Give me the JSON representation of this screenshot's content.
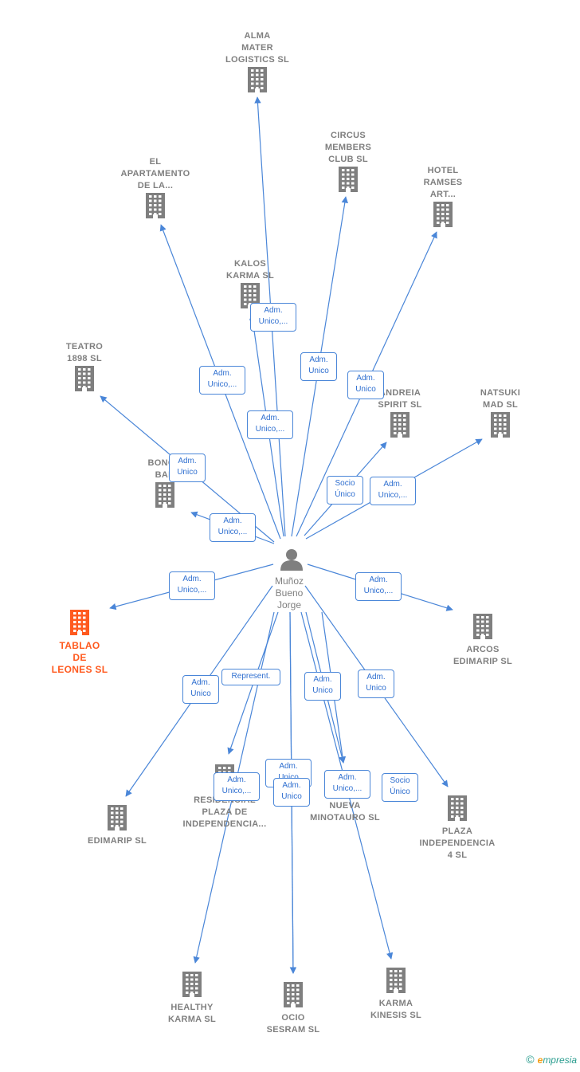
{
  "colors": {
    "edge": "#4a86d8",
    "building": "#7f7f7f",
    "highlight": "#ff5a1f",
    "person": "#7f7f7f"
  },
  "center": {
    "name": "Muñoz\nBueno\nJorge",
    "icon": "person-icon"
  },
  "nodes": [
    {
      "id": "alma",
      "label": "ALMA\nMATER\nLOGISTICS  SL",
      "icon": "building-icon"
    },
    {
      "id": "circus",
      "label": "CIRCUS\nMEMBERS\nCLUB  SL",
      "icon": "building-icon"
    },
    {
      "id": "el-apartamento",
      "label": "EL\nAPARTAMENTO\nDE LA...",
      "icon": "building-icon"
    },
    {
      "id": "hotel-ramses",
      "label": "HOTEL\nRAMSES\nART...",
      "icon": "building-icon"
    },
    {
      "id": "kalos",
      "label": "KALOS\nKARMA  SL",
      "icon": "building-icon"
    },
    {
      "id": "teatro",
      "label": "TEATRO\n1898  SL",
      "icon": "building-icon"
    },
    {
      "id": "andreia",
      "label": "ANDREIA\nSPIRIT  SL",
      "icon": "building-icon"
    },
    {
      "id": "natsuki",
      "label": "NATSUKI\nMAD  SL",
      "icon": "building-icon"
    },
    {
      "id": "bongo",
      "label": "BONGO\nBAR",
      "icon": "building-icon"
    },
    {
      "id": "tablao",
      "label": "TABLAO\nDE\nLEONES  SL",
      "icon": "building-icon",
      "highlight": true
    },
    {
      "id": "arcos",
      "label": "ARCOS\nEDIMARIP  SL",
      "icon": "building-icon"
    },
    {
      "id": "edimarip",
      "label": "EDIMARIP  SL",
      "icon": "building-icon"
    },
    {
      "id": "residencial",
      "label": "RESIDENCIAL\nPLAZA DE\nINDEPENDENCIA...",
      "icon": "building-icon"
    },
    {
      "id": "nueva",
      "label": "NUEVA\nMINOTAURO SL",
      "icon": "building-icon"
    },
    {
      "id": "plaza4",
      "label": "PLAZA\nINDEPENDENCIA\n4 SL",
      "icon": "building-icon"
    },
    {
      "id": "healthy",
      "label": "HEALTHY\nKARMA  SL",
      "icon": "building-icon"
    },
    {
      "id": "ocio",
      "label": "OCIO\nSESRAM  SL",
      "icon": "building-icon"
    },
    {
      "id": "karma-kinesis",
      "label": "KARMA\nKINESIS  SL",
      "icon": "building-icon"
    }
  ],
  "edges": [
    {
      "target": "alma",
      "label": "Adm.\nUnico,..."
    },
    {
      "target": "circus",
      "label": "Adm.\nUnico"
    },
    {
      "target": "el-apartamento",
      "label": "Adm.\nUnico,..."
    },
    {
      "target": "hotel-ramses",
      "label": "Adm.\nUnico"
    },
    {
      "target": "kalos",
      "label": "Adm.\nUnico,..."
    },
    {
      "target": "teatro",
      "label": "Adm.\nUnico"
    },
    {
      "target": "andreia",
      "label": "Socio\nÚnico"
    },
    {
      "target": "natsuki",
      "label": "Adm.\nUnico,..."
    },
    {
      "target": "bongo",
      "label": "Adm.\nUnico,..."
    },
    {
      "target": "tablao",
      "label": "Adm.\nUnico,..."
    },
    {
      "target": "arcos",
      "label": "Adm.\nUnico,..."
    },
    {
      "target": "edimarip",
      "label": "Adm.\nUnico"
    },
    {
      "target": "residencial",
      "label": "Represent."
    },
    {
      "target": "healthy",
      "label": "Adm.\nUnico,..."
    },
    {
      "target": "ocio",
      "label": "Adm.\nUnico"
    },
    {
      "target": "ocio",
      "label": "Adm.\nUnico"
    },
    {
      "target": "nueva",
      "label": "Adm.\nUnico"
    },
    {
      "target": "karma-kinesis",
      "label": "Adm.\nUnico,..."
    },
    {
      "target": "plaza4",
      "label": "Adm.\nUnico"
    },
    {
      "target": "nueva",
      "label": "Socio\nÚnico"
    }
  ],
  "footer": {
    "copyright": "©",
    "brand_e": "e",
    "brand_rest": "mpresia"
  }
}
